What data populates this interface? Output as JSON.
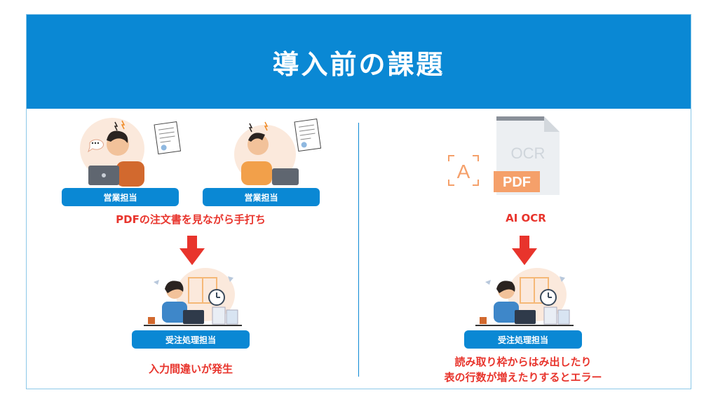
{
  "header": {
    "title": "導入前の課題"
  },
  "left": {
    "role_sales_1": "営業担当",
    "role_sales_2": "営業担当",
    "sales_caption": "PDFの注文書を見ながら手打ち",
    "role_order": "受注処理担当",
    "result_caption": "入力間違いが発生"
  },
  "right": {
    "ocr_doc_label": "OCR",
    "pdf_label": "PDF",
    "scan_letter": "A",
    "ai_caption": "AI OCR",
    "role_order": "受注処理担当",
    "result_line1": "読み取り枠からはみ出したり",
    "result_line2": "表の行数が増えたりするとエラー"
  },
  "colors": {
    "header_bg": "#0a88d4",
    "accent_red": "#e8342c",
    "pdf_orange": "#f5a06a"
  }
}
